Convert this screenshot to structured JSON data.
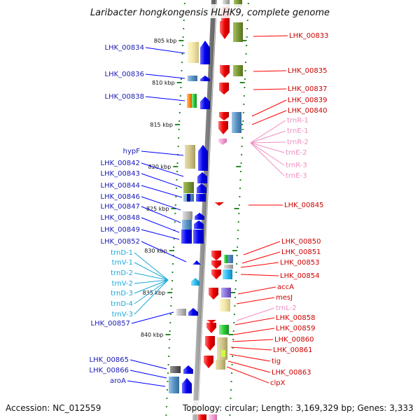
{
  "title": "Laribacter hongkongensis HLHK9, complete genome",
  "footer": {
    "accession": "Accession: NC_012559",
    "topology": "Topology: circular; Length: 3,169,329 bp; Genes: 3,333"
  },
  "colors": {
    "forward": "#0000ff",
    "reverse": "#ff0000",
    "forward_label": "#1a1ab4",
    "reverse_label": "#cc0000",
    "trna_forward": "#19a8d8",
    "trna_reverse": "#f08ec0",
    "scale_tick": "#2a8a2a",
    "backbone": "#8c8c8c"
  },
  "kbp_marks": [
    {
      "kbp": 805,
      "label": "805 kbp"
    },
    {
      "kbp": 810,
      "label": "810 kbp"
    },
    {
      "kbp": 815,
      "label": "815 kbp"
    },
    {
      "kbp": 820,
      "label": "820 kbp"
    },
    {
      "kbp": 825,
      "label": "825 kbp"
    },
    {
      "kbp": 830,
      "label": "830 kbp"
    },
    {
      "kbp": 835,
      "label": "835 kbp"
    },
    {
      "kbp": 840,
      "label": "840 kbp"
    }
  ],
  "left_labels": [
    {
      "text": "LHK_00834",
      "kbp": 803.1,
      "group": "gene"
    },
    {
      "text": "LHK_00836",
      "kbp": 806.9,
      "group": "gene"
    },
    {
      "text": "LHK_00838",
      "kbp": 809.1,
      "group": "gene"
    },
    {
      "text": "hypF",
      "kbp": 814.5,
      "group": "gene"
    },
    {
      "text": "LHK_00842",
      "kbp": 816.4,
      "group": "gene"
    },
    {
      "text": "LHK_00843",
      "kbp": 817.4,
      "group": "gene"
    },
    {
      "text": "LHK_00844",
      "kbp": 818.4,
      "group": "gene"
    },
    {
      "text": "LHK_00846",
      "kbp": 819.6,
      "group": "gene"
    },
    {
      "text": "LHK_00847",
      "kbp": 820.5,
      "group": "gene"
    },
    {
      "text": "LHK_00848",
      "kbp": 821.6,
      "group": "gene"
    },
    {
      "text": "LHK_00849",
      "kbp": 822.7,
      "group": "gene"
    },
    {
      "text": "LHK_00852",
      "kbp": 824.0,
      "group": "gene"
    },
    {
      "text": "trnD-1",
      "kbp": 825.4,
      "group": "trna"
    },
    {
      "text": "trnV-1",
      "kbp": 826.4,
      "group": "trna"
    },
    {
      "text": "trnD-2",
      "kbp": 827.5,
      "group": "trna"
    },
    {
      "text": "trnV-2",
      "kbp": 828.4,
      "group": "trna"
    },
    {
      "text": "trnD-3",
      "kbp": 829.5,
      "group": "trna"
    },
    {
      "text": "trnD-4",
      "kbp": 830.5,
      "group": "trna"
    },
    {
      "text": "trnV-3",
      "kbp": 831.5,
      "group": "trna"
    },
    {
      "text": "LHK_00857",
      "kbp": 832.5,
      "group": "gene"
    },
    {
      "text": "LHK_00865",
      "kbp": 836.1,
      "group": "gene"
    },
    {
      "text": "LHK_00866",
      "kbp": 837.1,
      "group": "gene"
    },
    {
      "text": "aroA",
      "kbp": 838.3,
      "group": "gene"
    }
  ],
  "right_labels": [
    {
      "text": "LHK_00833",
      "kbp": 801.4,
      "group": "gene"
    },
    {
      "text": "LHK_00835",
      "kbp": 805.2,
      "group": "gene"
    },
    {
      "text": "LHK_00837",
      "kbp": 807.0,
      "group": "gene"
    },
    {
      "text": "LHK_00839",
      "kbp": 808.3,
      "group": "gene"
    },
    {
      "text": "LHK_00840",
      "kbp": 809.3,
      "group": "gene"
    },
    {
      "text": "trnR-1",
      "kbp": 810.3,
      "group": "trna"
    },
    {
      "text": "trnE-1",
      "kbp": 811.4,
      "group": "trna"
    },
    {
      "text": "trnR-2",
      "kbp": 812.5,
      "group": "trna"
    },
    {
      "text": "trnE-2",
      "kbp": 813.5,
      "group": "trna"
    },
    {
      "text": "trnR-3",
      "kbp": 814.6,
      "group": "trna"
    },
    {
      "text": "trnE-3",
      "kbp": 815.7,
      "group": "trna"
    },
    {
      "text": "LHK_00845",
      "kbp": 819.7,
      "group": "gene"
    },
    {
      "text": "LHK_00850",
      "kbp": 823.6,
      "group": "gene"
    },
    {
      "text": "LHK_00851",
      "kbp": 824.5,
      "group": "gene"
    },
    {
      "text": "LHK_00853",
      "kbp": 825.5,
      "group": "gene"
    },
    {
      "text": "LHK_00854",
      "kbp": 826.7,
      "group": "gene"
    },
    {
      "text": "accA",
      "kbp": 828.0,
      "group": "gene"
    },
    {
      "text": "mesJ",
      "kbp": 829.0,
      "group": "gene"
    },
    {
      "text": "trnL-2",
      "kbp": 830.1,
      "group": "trna"
    },
    {
      "text": "LHK_00858",
      "kbp": 831.1,
      "group": "gene"
    },
    {
      "text": "LHK_00859",
      "kbp": 832.1,
      "group": "gene"
    },
    {
      "text": "LHK_00860",
      "kbp": 833.2,
      "group": "gene"
    },
    {
      "text": "LHK_00861",
      "kbp": 834.2,
      "group": "gene"
    },
    {
      "text": "tig",
      "kbp": 835.3,
      "group": "gene"
    },
    {
      "text": "LHK_00863",
      "kbp": 836.4,
      "group": "gene"
    },
    {
      "text": "clpX",
      "kbp": 837.5,
      "group": "gene"
    }
  ]
}
